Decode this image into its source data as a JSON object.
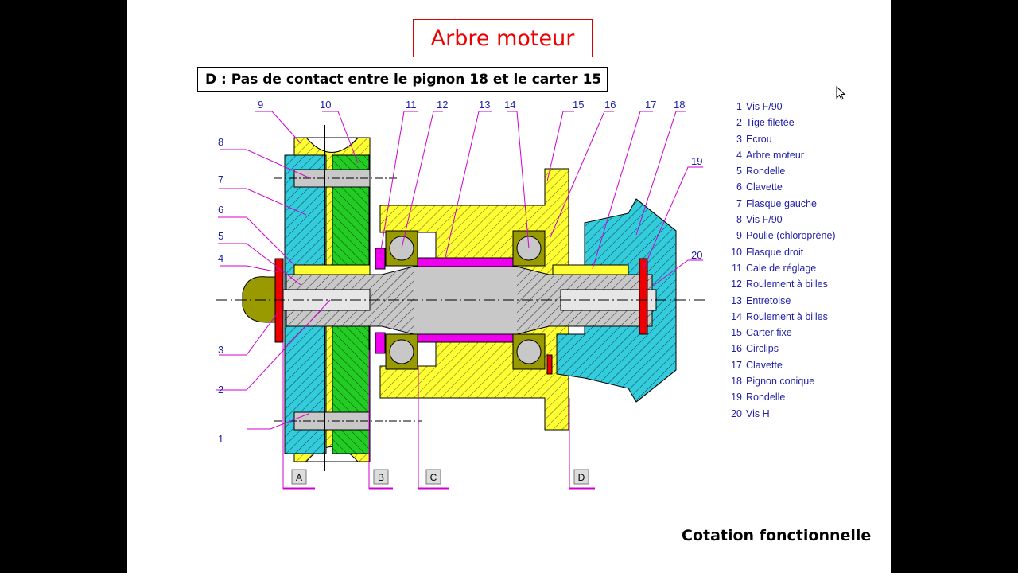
{
  "title": "Arbre moteur",
  "subtitle": "D : Pas de contact entre le pignon 18 et le carter 15",
  "footer": "Cotation fonctionnelle",
  "legend": [
    {
      "num": "1",
      "label": "Vis F/90"
    },
    {
      "num": "2",
      "label": "Tige filetée"
    },
    {
      "num": "3",
      "label": "Ecrou"
    },
    {
      "num": "4",
      "label": "Arbre moteur"
    },
    {
      "num": "5",
      "label": "Rondelle"
    },
    {
      "num": "6",
      "label": "Clavette"
    },
    {
      "num": "7",
      "label": "Flasque gauche"
    },
    {
      "num": "8",
      "label": "Vis F/90"
    },
    {
      "num": "9",
      "label": "Poulie (chloroprène)"
    },
    {
      "num": "10",
      "label": "Flasque droit"
    },
    {
      "num": "11",
      "label": "Cale de réglage"
    },
    {
      "num": "12",
      "label": "Roulement à billes"
    },
    {
      "num": "13",
      "label": "Entretoise"
    },
    {
      "num": "14",
      "label": "Roulement à billes"
    },
    {
      "num": "15",
      "label": "Carter fixe"
    },
    {
      "num": "16",
      "label": "Circlips"
    },
    {
      "num": "17",
      "label": "Clavette"
    },
    {
      "num": "18",
      "label": "Pignon conique"
    },
    {
      "num": "19",
      "label": "Rondelle"
    },
    {
      "num": "20",
      "label": "Vis H"
    }
  ],
  "section_markers": [
    "A",
    "B",
    "C",
    "D"
  ],
  "colors": {
    "title": "#e00000",
    "leader": "#d000d0",
    "label": "#1f1fa8",
    "yellow": "#ffff33",
    "cyan": "#33ccdd",
    "green": "#22cc22",
    "magenta": "#ee00ee",
    "red": "#ee0000",
    "olive": "#999900",
    "gray": "#c8c8c8"
  }
}
